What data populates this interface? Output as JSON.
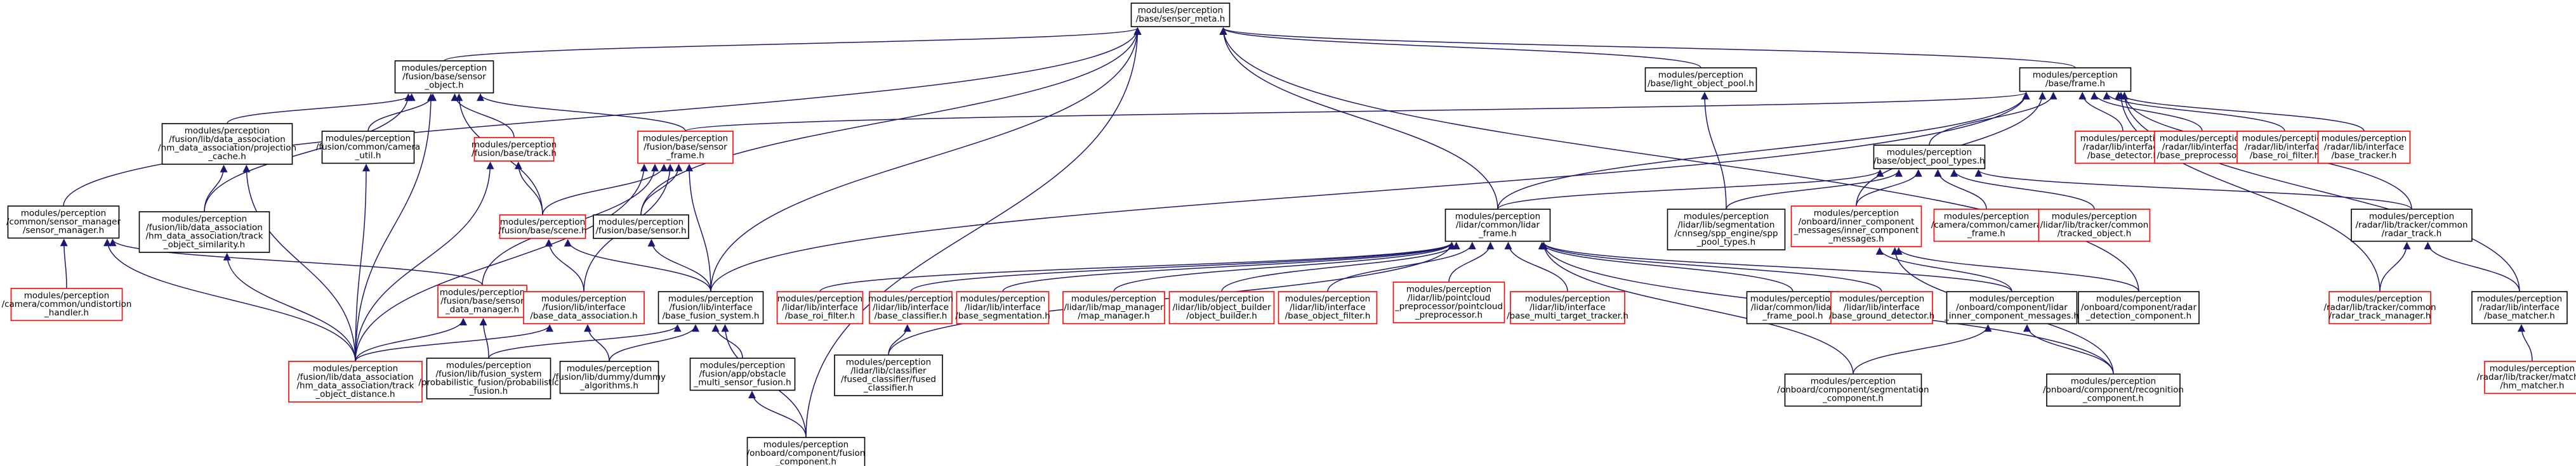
{
  "colors": {
    "edge": "#191970",
    "doc_border": "#000000",
    "undoc_border": "#ff0000",
    "root_fill": "#bfbfbf"
  },
  "nodes": [
    {
      "id": "n0",
      "lines": [
        "modules/perception",
        "/base/sensor_meta.h"
      ],
      "style": "root"
    },
    {
      "id": "n1",
      "lines": [
        "modules/perception",
        "/fusion/base/sensor",
        "_object.h"
      ],
      "style": "doc"
    },
    {
      "id": "n2",
      "lines": [
        "modules/perception",
        "/base/light_object_pool.h"
      ],
      "style": "doc"
    },
    {
      "id": "n3",
      "lines": [
        "modules/perception",
        "/base/frame.h"
      ],
      "style": "doc"
    },
    {
      "id": "n4",
      "lines": [
        "modules/perception",
        "/fusion/lib/data_association",
        "/hm_data_association/projection",
        "_cache.h"
      ],
      "style": "doc"
    },
    {
      "id": "n5",
      "lines": [
        "modules/perception",
        "/fusion/common/camera",
        "_util.h"
      ],
      "style": "doc"
    },
    {
      "id": "n6",
      "lines": [
        "modules/perception",
        "/fusion/base/track.h"
      ],
      "style": "undoc"
    },
    {
      "id": "n7",
      "lines": [
        "modules/perception",
        "/fusion/base/sensor",
        "_frame.h"
      ],
      "style": "undoc"
    },
    {
      "id": "n8",
      "lines": [
        "modules/perception",
        "/base/object_pool_types.h"
      ],
      "style": "doc"
    },
    {
      "id": "n9",
      "lines": [
        "modules/perception",
        "/radar/lib/interface",
        "/base_detector.h"
      ],
      "style": "undoc"
    },
    {
      "id": "n10",
      "lines": [
        "modules/perception",
        "/radar/lib/interface",
        "/base_preprocessor.h"
      ],
      "style": "undoc"
    },
    {
      "id": "n11",
      "lines": [
        "modules/perception",
        "/radar/lib/interface",
        "/base_roi_filter.h"
      ],
      "style": "undoc"
    },
    {
      "id": "n12",
      "lines": [
        "modules/perception",
        "/radar/lib/interface",
        "/base_tracker.h"
      ],
      "style": "undoc"
    },
    {
      "id": "n13",
      "lines": [
        "modules/perception",
        "/common/sensor_manager",
        "/sensor_manager.h"
      ],
      "style": "doc"
    },
    {
      "id": "n14",
      "lines": [
        "modules/perception",
        "/fusion/lib/data_association",
        "/hm_data_association/track",
        "_object_similarity.h"
      ],
      "style": "doc"
    },
    {
      "id": "n15",
      "lines": [
        "modules/perception",
        "/fusion/base/scene.h"
      ],
      "style": "undoc"
    },
    {
      "id": "n16",
      "lines": [
        "modules/perception",
        "/fusion/base/sensor.h"
      ],
      "style": "doc"
    },
    {
      "id": "n17",
      "lines": [
        "modules/perception",
        "/lidar/common/lidar",
        "_frame.h"
      ],
      "style": "doc"
    },
    {
      "id": "n18",
      "lines": [
        "modules/perception",
        "/lidar/lib/segmentation",
        "/cnnseg/spp_engine/spp",
        "_pool_types.h"
      ],
      "style": "doc"
    },
    {
      "id": "n19",
      "lines": [
        "modules/perception",
        "/onboard/inner_component",
        "_messages/inner_component",
        "_messages.h"
      ],
      "style": "undoc"
    },
    {
      "id": "n20",
      "lines": [
        "modules/perception",
        "/camera/common/camera",
        "_frame.h"
      ],
      "style": "undoc"
    },
    {
      "id": "n21",
      "lines": [
        "modules/perception",
        "/lidar/lib/tracker/common",
        "/tracked_object.h"
      ],
      "style": "undoc"
    },
    {
      "id": "n22",
      "lines": [
        "modules/perception",
        "/radar/lib/tracker/common",
        "/radar_track.h"
      ],
      "style": "doc"
    },
    {
      "id": "n23",
      "lines": [
        "modules/perception",
        "/camera/common/undistortion",
        "_handler.h"
      ],
      "style": "undoc"
    },
    {
      "id": "n24",
      "lines": [
        "modules/perception",
        "/fusion/base/sensor",
        "_data_manager.h"
      ],
      "style": "undoc"
    },
    {
      "id": "n25",
      "lines": [
        "modules/perception",
        "/fusion/lib/interface",
        "/base_data_association.h"
      ],
      "style": "undoc"
    },
    {
      "id": "n26",
      "lines": [
        "modules/perception",
        "/fusion/lib/interface",
        "/base_fusion_system.h"
      ],
      "style": "doc"
    },
    {
      "id": "n27",
      "lines": [
        "modules/perception",
        "/lidar/lib/interface",
        "/base_roi_filter.h"
      ],
      "style": "undoc"
    },
    {
      "id": "n28",
      "lines": [
        "modules/perception",
        "/lidar/lib/interface",
        "/base_classifier.h"
      ],
      "style": "undoc"
    },
    {
      "id": "n29",
      "lines": [
        "modules/perception",
        "/lidar/lib/interface",
        "/base_segmentation.h"
      ],
      "style": "undoc"
    },
    {
      "id": "n30",
      "lines": [
        "modules/perception",
        "/lidar/lib/map_manager",
        "/map_manager.h"
      ],
      "style": "undoc"
    },
    {
      "id": "n31",
      "lines": [
        "modules/perception",
        "/lidar/lib/object_builder",
        "/object_builder.h"
      ],
      "style": "undoc"
    },
    {
      "id": "n32",
      "lines": [
        "modules/perception",
        "/lidar/lib/interface",
        "/base_object_filter.h"
      ],
      "style": "undoc"
    },
    {
      "id": "n33",
      "lines": [
        "modules/perception",
        "/lidar/lib/pointcloud",
        "_preprocessor/pointcloud",
        "_preprocessor.h"
      ],
      "style": "undoc"
    },
    {
      "id": "n34",
      "lines": [
        "modules/perception",
        "/lidar/lib/interface",
        "/base_multi_target_tracker.h"
      ],
      "style": "undoc"
    },
    {
      "id": "n35",
      "lines": [
        "modules/perception",
        "/lidar/common/lidar",
        "_frame_pool.h"
      ],
      "style": "doc"
    },
    {
      "id": "n36",
      "lines": [
        "modules/perception",
        "/lidar/lib/interface",
        "/base_ground_detector.h"
      ],
      "style": "undoc"
    },
    {
      "id": "n37",
      "lines": [
        "modules/perception",
        "/onboard/component/lidar",
        "_inner_component_messages.h"
      ],
      "style": "doc"
    },
    {
      "id": "n38",
      "lines": [
        "modules/perception",
        "/onboard/component/radar",
        "_detection_component.h"
      ],
      "style": "doc"
    },
    {
      "id": "n39",
      "lines": [
        "modules/perception",
        "/radar/lib/tracker/common",
        "/radar_track_manager.h"
      ],
      "style": "undoc"
    },
    {
      "id": "n40",
      "lines": [
        "modules/perception",
        "/radar/lib/interface",
        "/base_matcher.h"
      ],
      "style": "doc"
    },
    {
      "id": "n41",
      "lines": [
        "modules/perception",
        "/fusion/lib/data_association",
        "/hm_data_association/track",
        "_object_distance.h"
      ],
      "style": "undoc"
    },
    {
      "id": "n42",
      "lines": [
        "modules/perception",
        "/fusion/lib/fusion_system",
        "/probabilistic_fusion/probabilistic",
        "_fusion.h"
      ],
      "style": "doc"
    },
    {
      "id": "n43",
      "lines": [
        "modules/perception",
        "/fusion/lib/dummy/dummy",
        "_algorithms.h"
      ],
      "style": "doc"
    },
    {
      "id": "n44",
      "lines": [
        "modules/perception",
        "/fusion/app/obstacle",
        "_multi_sensor_fusion.h"
      ],
      "style": "doc"
    },
    {
      "id": "n45",
      "lines": [
        "modules/perception",
        "/lidar/lib/classifier",
        "/fused_classifier/fused",
        "_classifier.h"
      ],
      "style": "doc"
    },
    {
      "id": "n46",
      "lines": [
        "modules/perception",
        "/onboard/component/segmentation",
        "_component.h"
      ],
      "style": "doc"
    },
    {
      "id": "n47",
      "lines": [
        "modules/perception",
        "/onboard/component/recognition",
        "_component.h"
      ],
      "style": "doc"
    },
    {
      "id": "n48",
      "lines": [
        "modules/perception",
        "/radar/lib/tracker/matcher",
        "/hm_matcher.h"
      ],
      "style": "undoc"
    },
    {
      "id": "n49",
      "lines": [
        "modules/perception",
        "/onboard/component/fusion",
        "_component.h"
      ],
      "style": "doc"
    }
  ],
  "edges": [
    [
      "n1",
      "n0"
    ],
    [
      "n2",
      "n0"
    ],
    [
      "n3",
      "n0"
    ],
    [
      "n13",
      "n0"
    ],
    [
      "n16",
      "n0"
    ],
    [
      "n17",
      "n0"
    ],
    [
      "n26",
      "n0"
    ],
    [
      "n38",
      "n0"
    ],
    [
      "n49",
      "n0"
    ],
    [
      "n4",
      "n1"
    ],
    [
      "n5",
      "n1"
    ],
    [
      "n6",
      "n1"
    ],
    [
      "n7",
      "n1"
    ],
    [
      "n14",
      "n1"
    ],
    [
      "n15",
      "n1"
    ],
    [
      "n41",
      "n1"
    ],
    [
      "n18",
      "n2"
    ],
    [
      "n7",
      "n3"
    ],
    [
      "n8",
      "n3"
    ],
    [
      "n9",
      "n3"
    ],
    [
      "n10",
      "n3"
    ],
    [
      "n11",
      "n3"
    ],
    [
      "n12",
      "n3"
    ],
    [
      "n17",
      "n3"
    ],
    [
      "n19",
      "n3"
    ],
    [
      "n22",
      "n3"
    ],
    [
      "n39",
      "n3"
    ],
    [
      "n40",
      "n3"
    ],
    [
      "n26",
      "n3"
    ],
    [
      "n14",
      "n4"
    ],
    [
      "n41",
      "n4"
    ],
    [
      "n41",
      "n5"
    ],
    [
      "n15",
      "n6"
    ],
    [
      "n41",
      "n6"
    ],
    [
      "n15",
      "n7"
    ],
    [
      "n16",
      "n7"
    ],
    [
      "n24",
      "n7"
    ],
    [
      "n25",
      "n7"
    ],
    [
      "n26",
      "n7"
    ],
    [
      "n41",
      "n7"
    ],
    [
      "n17",
      "n8"
    ],
    [
      "n18",
      "n8"
    ],
    [
      "n20",
      "n8"
    ],
    [
      "n21",
      "n8"
    ],
    [
      "n19",
      "n8"
    ],
    [
      "n22",
      "n8"
    ],
    [
      "n23",
      "n13"
    ],
    [
      "n24",
      "n13"
    ],
    [
      "n41",
      "n13"
    ],
    [
      "n41",
      "n14"
    ],
    [
      "n25",
      "n15"
    ],
    [
      "n26",
      "n15"
    ],
    [
      "n26",
      "n16"
    ],
    [
      "n27",
      "n17"
    ],
    [
      "n28",
      "n17"
    ],
    [
      "n29",
      "n17"
    ],
    [
      "n30",
      "n17"
    ],
    [
      "n31",
      "n17"
    ],
    [
      "n32",
      "n17"
    ],
    [
      "n33",
      "n17"
    ],
    [
      "n34",
      "n17"
    ],
    [
      "n35",
      "n17"
    ],
    [
      "n36",
      "n17"
    ],
    [
      "n37",
      "n17"
    ],
    [
      "n45",
      "n17"
    ],
    [
      "n46",
      "n17"
    ],
    [
      "n47",
      "n17"
    ],
    [
      "n37",
      "n19"
    ],
    [
      "n38",
      "n19"
    ],
    [
      "n47",
      "n19"
    ],
    [
      "n39",
      "n22"
    ],
    [
      "n40",
      "n22"
    ],
    [
      "n41",
      "n24"
    ],
    [
      "n42",
      "n24"
    ],
    [
      "n41",
      "n25"
    ],
    [
      "n43",
      "n25"
    ],
    [
      "n42",
      "n26"
    ],
    [
      "n43",
      "n26"
    ],
    [
      "n44",
      "n26"
    ],
    [
      "n49",
      "n26"
    ],
    [
      "n45",
      "n28"
    ],
    [
      "n46",
      "n37"
    ],
    [
      "n47",
      "n37"
    ],
    [
      "n48",
      "n40"
    ],
    [
      "n49",
      "n44"
    ]
  ]
}
